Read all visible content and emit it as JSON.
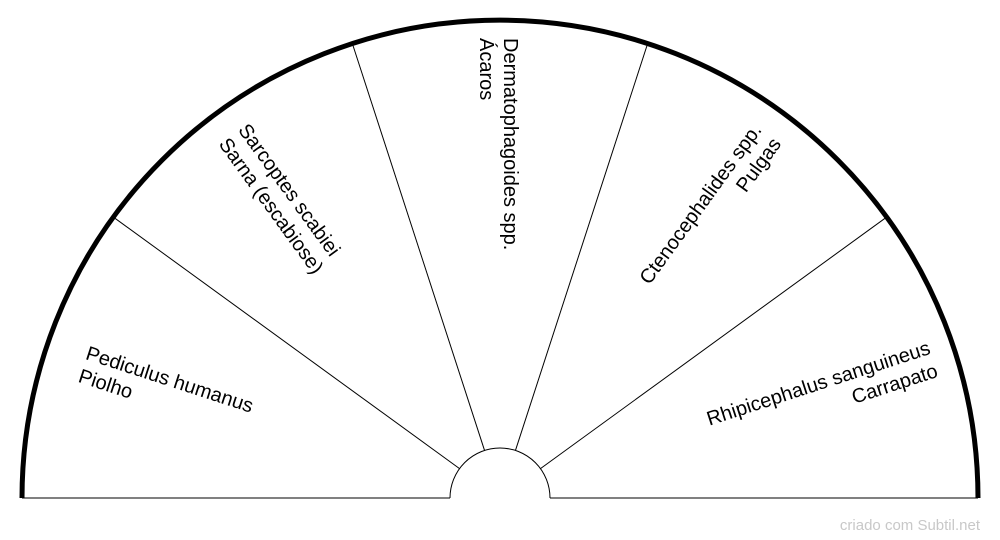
{
  "sectors": [
    {
      "line1": "Pediculus humanus",
      "line2": "Piolho"
    },
    {
      "line1": "Sarcoptes scabiei",
      "line2": "Sarna (escabiose)"
    },
    {
      "line1": "Dermatophagoides spp.",
      "line2": "Ácaros"
    },
    {
      "line1": "Ctenocephalides spp.",
      "line2": "Pulgas"
    },
    {
      "line1": "Rhipicephalus sanguineus",
      "line2": "Carrapato"
    }
  ],
  "footer": "criado com Subtil.net"
}
